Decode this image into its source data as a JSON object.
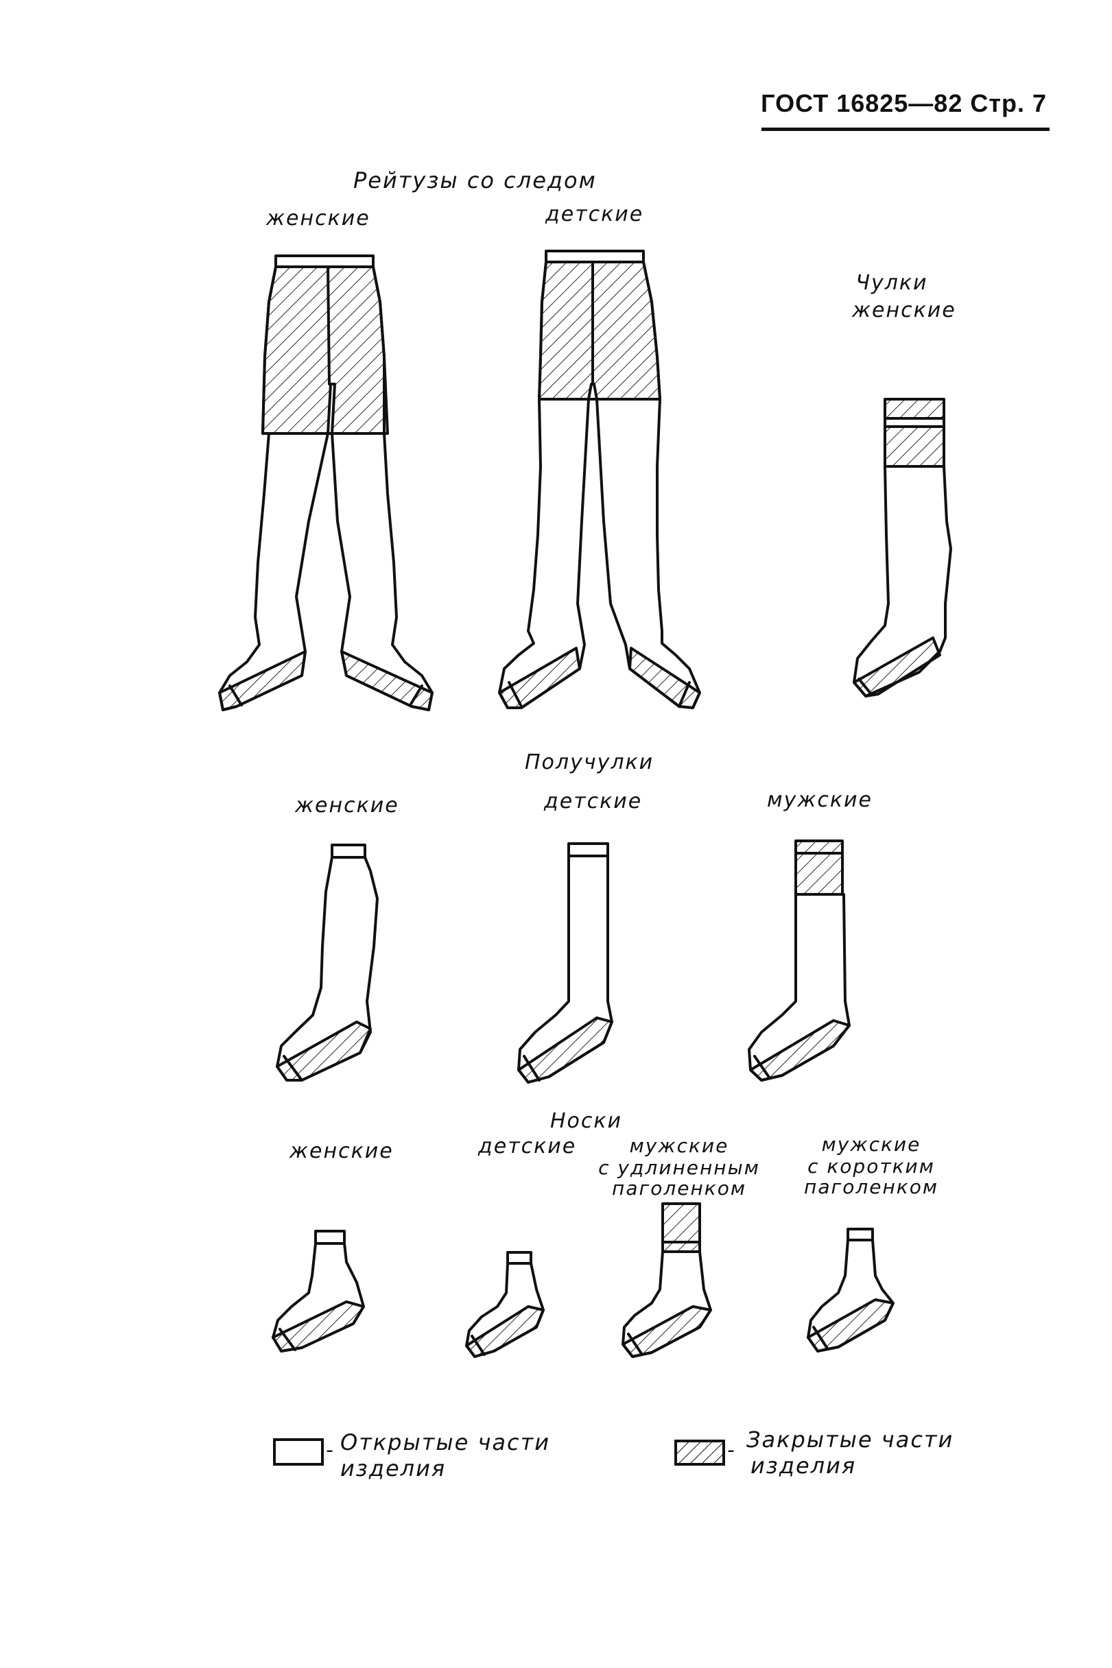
{
  "header": {
    "title": "ГОСТ 16825—82 Стр. 7"
  },
  "sections": {
    "leggings": {
      "title": "Рейтузы со следом",
      "women": "женские",
      "children": "детские"
    },
    "stockings": {
      "title": "Чулки",
      "subtitle": "женские"
    },
    "knee_socks": {
      "title": "Получулки",
      "women": "женские",
      "children": "детские",
      "men": "мужские"
    },
    "socks": {
      "title": "Носки",
      "women": "женские",
      "children": "детские",
      "men_long_1": "мужские",
      "men_long_2": "с удлиненным",
      "men_long_3": "паголенком",
      "men_short_1": "мужские",
      "men_short_2": "с коротким",
      "men_short_3": "паголенком"
    }
  },
  "legend": {
    "open_line1": "Открытые части",
    "open_line2": "изделия",
    "closed_line1": "Закрытые части",
    "closed_line2": "изделия",
    "dash": "-"
  },
  "colors": {
    "ink": "#111111",
    "paper": "#ffffff"
  }
}
